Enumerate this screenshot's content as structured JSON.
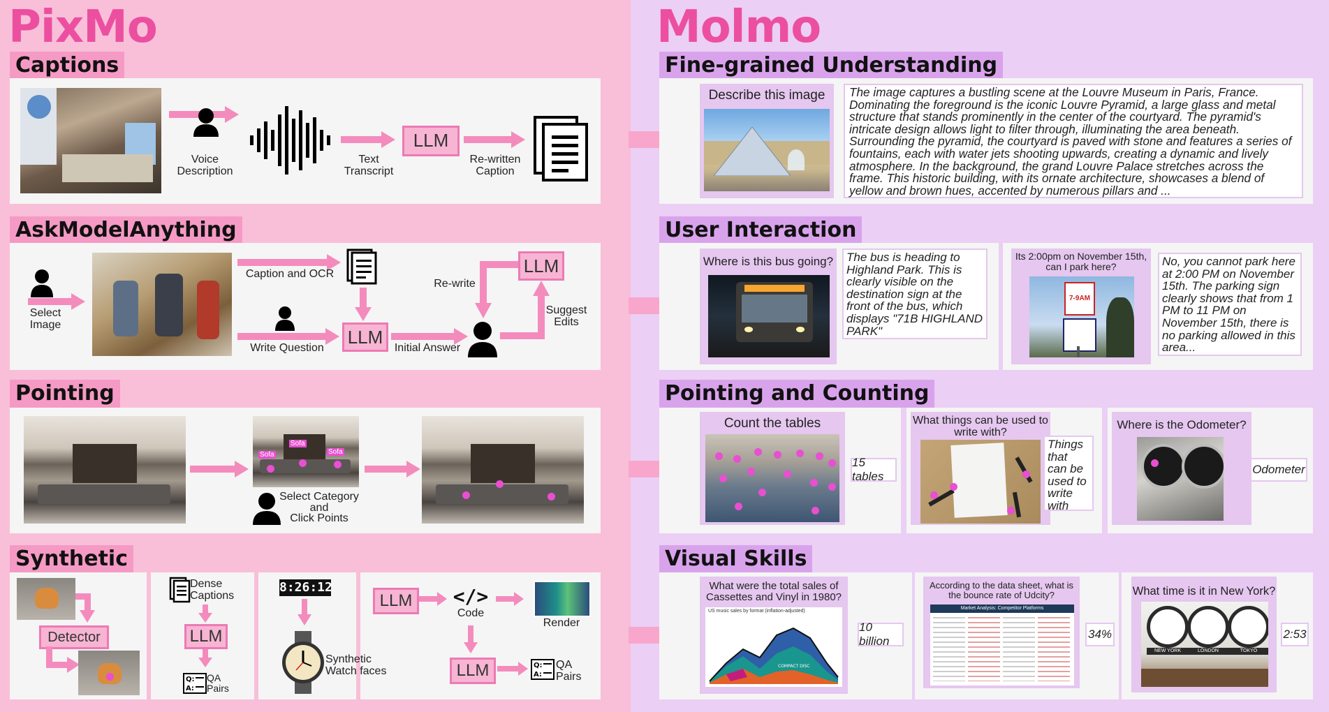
{
  "left_title": "PixMo",
  "right_title": "Molmo",
  "captions": {
    "title": "Captions",
    "voice_label": "Voice\nDescription",
    "text_label": "Text\nTranscript",
    "llm": "LLM",
    "rewritten_label": "Re-written\nCaption"
  },
  "ama": {
    "title": "AskModelAnything",
    "select_image": "Select\nImage",
    "caption_ocr": "Caption and OCR",
    "write_question": "Write Question",
    "llm1": "LLM",
    "llm2": "LLM",
    "initial_answer": "Initial Answer",
    "rewrite": "Re-write",
    "suggest_edits": "Suggest\nEdits"
  },
  "pointing": {
    "title": "Pointing",
    "select_category": "Select Category\nand\nClick Points",
    "sofa_labels": [
      "Sofa",
      "Sofa",
      "Sofa"
    ]
  },
  "synthetic": {
    "title": "Synthetic",
    "detector": "Detector",
    "dense_captions": "Dense\nCaptions",
    "llm": "LLM",
    "qa_pairs": "QA\nPairs",
    "clock_time": "8:26:12",
    "watch_faces": "Synthetic\nWatch faces",
    "llm_code": "LLM",
    "code": "Code",
    "render": "Render",
    "llm_qa": "LLM",
    "qa_pairs2": "QA\nPairs"
  },
  "fine": {
    "title": "Fine-grained Understanding",
    "question": "Describe this image",
    "answer": "The image captures a bustling scene at the Louvre Museum in Paris, France. Dominating the foreground is the iconic Louvre Pyramid, a large glass and metal structure that stands prominently in the center of the courtyard. The pyramid's intricate design allows light to filter through, illuminating the area beneath. Surrounding the pyramid, the courtyard is paved with stone and features a series of fountains, each with water jets shooting upwards, creating a dynamic and lively atmosphere. In the background, the grand Louvre Palace stretches across the frame. This historic building, with its ornate architecture, showcases a blend of yellow and brown hues, accented by numerous pillars and ..."
  },
  "user": {
    "title": "User Interaction",
    "q1": "Where is this bus going?",
    "a1": "The bus is heading to Highland Park. This is clearly visible on the destination sign at the front of the bus, which displays \"71B HIGHLAND PARK\"",
    "q2": "Its 2:00pm on November 15th, can I park here?",
    "a2": "No, you cannot park here at 2:00 PM on November 15th. The parking sign clearly shows that from 1 PM to 11 PM on November 15th, there is no parking allowed in this area...",
    "sign_text": "7-9AM"
  },
  "pc": {
    "title": "Pointing and Counting",
    "q1": "Count the tables",
    "a1": "15 tables",
    "q2": "What things can be used to write with?",
    "a2": "Things that can be used to write with",
    "q3": "Where is the Odometer?",
    "a3": "Odometer"
  },
  "vs": {
    "title": "Visual Skills",
    "q1": "What were the total sales of Cassettes and Vinyl in 1980?",
    "a1": "10 billion",
    "chart_caption": "US music sales by format (inflation-adjusted)",
    "chart_label": "COMPACT DISC",
    "q2": "According to the data sheet, what is the bounce rate of Udcity?",
    "a2": "34%",
    "sheet_title": "Market Analysis: Competitor Platforms",
    "q3": "What time is it in New York?",
    "a3": "2:53",
    "clock_labels": [
      "NEW YORK",
      "LONDON",
      "TOKYO"
    ]
  },
  "colors": {
    "pink_bg": "#f9bfd8",
    "purple_bg": "#ebcff5",
    "accent": "#ec4fa0",
    "arrow": "#f48bbd",
    "point": "#e84fd1"
  }
}
